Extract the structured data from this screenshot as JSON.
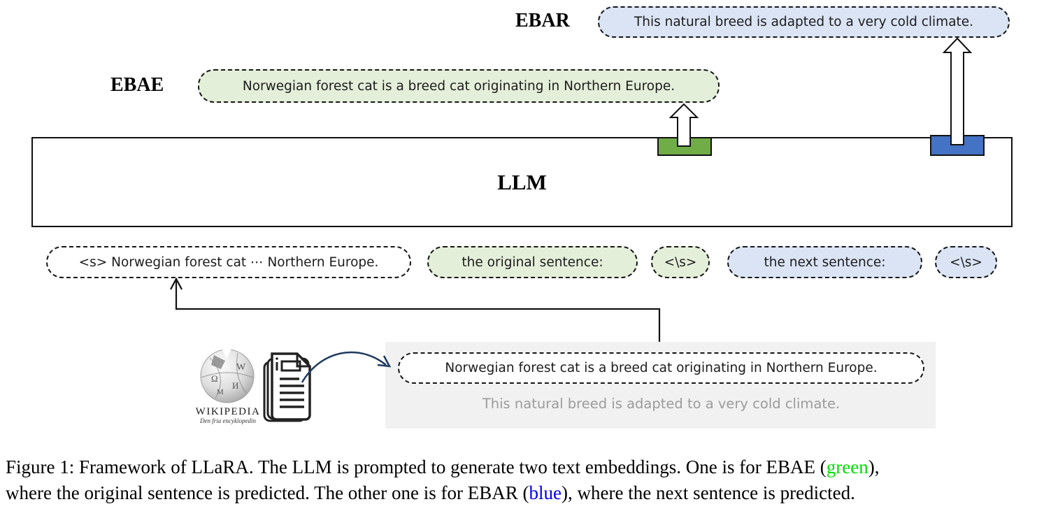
{
  "figure": {
    "ebar_label": "EBAR",
    "ebae_label": "EBAE",
    "llm_label": "LLM",
    "ebar_box_text": "This natural breed is adapted to a very cold climate.",
    "ebae_box_text": "Norwegian forest cat  is a breed cat originating in Northern Europe.",
    "tokens": [
      {
        "text": "<s> Norwegian forest cat ⋯ Northern Europe.",
        "style": "plain"
      },
      {
        "text": "the original sentence:",
        "style": "green"
      },
      {
        "text": "<\\s>",
        "style": "green"
      },
      {
        "text": "the next sentence:",
        "style": "blue"
      },
      {
        "text": "<\\s>",
        "style": "blue"
      }
    ],
    "source": {
      "wikipedia_title": "WIKIPEDIA",
      "wikipedia_subtitle": "Den fria encyklopedin",
      "original_sentence": "Norwegian forest cat  is a breed cat originating in Northern Europe.",
      "next_sentence": "This natural breed is adapted to a very cold climate."
    },
    "colors": {
      "embedding_green": "#70ad47",
      "embedding_blue": "#4472c4",
      "token_green_bg": "#e4efda",
      "token_blue_bg": "#dbe4f5",
      "panel_gray": "#f1f1f1",
      "muted_gray_text": "#9b9b9b",
      "curved_arrow_navy": "#1e3a5f",
      "caption_green": "#00dd00",
      "caption_blue": "#0000ee"
    }
  },
  "caption": {
    "line1_pre": "Figure 1: Framework of LLaRA. The LLM is prompted to generate two text embeddings. One is for EBAE (",
    "line1_colored": "green",
    "line1_post": "),",
    "line2_pre": "where the original sentence is predicted. The other one is for EBAR (",
    "line2_colored": "blue",
    "line2_post": "), where the next sentence is predicted."
  }
}
